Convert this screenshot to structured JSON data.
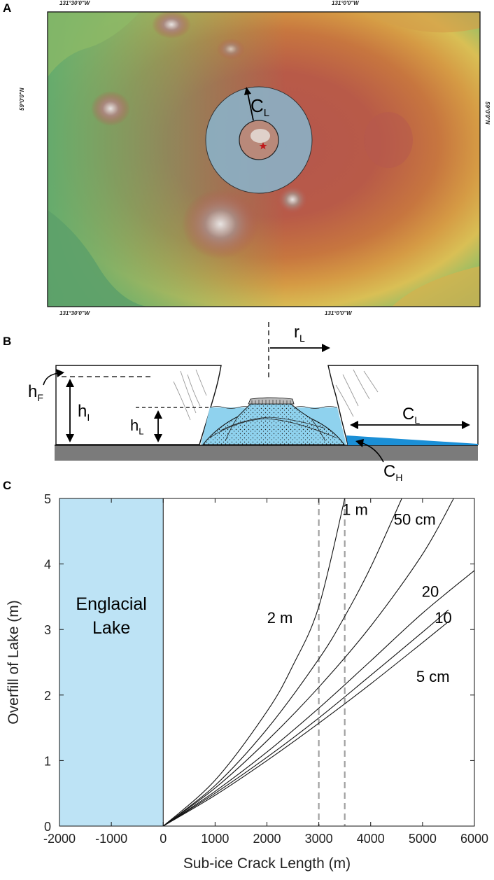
{
  "panel_a": {
    "letter": "A",
    "coord_top_left": "131°30'0\"W",
    "coord_top_right": "131°0'0\"W",
    "coord_bottom_left": "131°30'0\"W",
    "coord_bottom_right": "131°0'0\"W",
    "coord_left": "59°0'0\"N",
    "coord_right": "59°0'0\"N",
    "label_cl_main": "C",
    "label_cl_sub": "L"
  },
  "panel_b": {
    "letter": "B",
    "label_rl_main": "r",
    "label_rl_sub": "L",
    "label_hf_main": "h",
    "label_hf_sub": "F",
    "label_hi_main": "h",
    "label_hi_sub": "I",
    "label_hl_main": "h",
    "label_hl_sub": "L",
    "label_cl_main": "C",
    "label_cl_sub": "L",
    "label_ch_main": "C",
    "label_ch_sub": "H"
  },
  "panel_c": {
    "letter": "C",
    "lake_label_line1": "Englacial",
    "lake_label_line2": "Lake"
  },
  "chart_data": {
    "type": "line",
    "title": "",
    "xlabel": "Sub-ice Crack Length (m)",
    "ylabel": "Overfill of Lake (m)",
    "xlim": [
      -2000,
      6000
    ],
    "ylim": [
      0,
      5
    ],
    "xticks": [
      -2000,
      -1000,
      0,
      1000,
      2000,
      3000,
      4000,
      5000,
      6000
    ],
    "yticks": [
      0,
      1,
      2,
      3,
      4,
      5
    ],
    "grid": false,
    "shaded_region": {
      "x": [
        -2000,
        0
      ],
      "label": "Englacial Lake",
      "color": "#bde3f5"
    },
    "vertical_lines": [
      3000,
      3500
    ],
    "series": [
      {
        "name": "2 m",
        "x": [
          0,
          1000,
          2000,
          2500,
          3000,
          3500
        ],
        "y": [
          0,
          0.7,
          1.75,
          2.45,
          3.35,
          5.0
        ]
      },
      {
        "name": "1 m",
        "x": [
          0,
          1000,
          2000,
          3000,
          3500,
          4000,
          4600
        ],
        "y": [
          0,
          0.62,
          1.48,
          2.55,
          3.2,
          3.95,
          5.0
        ]
      },
      {
        "name": "50 cm",
        "x": [
          0,
          1000,
          2000,
          3000,
          4000,
          5000,
          5600
        ],
        "y": [
          0,
          0.58,
          1.3,
          2.12,
          3.05,
          4.15,
          5.0
        ]
      },
      {
        "name": "20",
        "x": [
          0,
          1000,
          2000,
          3000,
          4000,
          5000,
          6000
        ],
        "y": [
          0,
          0.53,
          1.13,
          1.8,
          2.52,
          3.25,
          3.9
        ]
      },
      {
        "name": "10",
        "x": [
          0,
          1000,
          2000,
          3000,
          4000,
          5000,
          5500
        ],
        "y": [
          0,
          0.5,
          1.05,
          1.65,
          2.3,
          2.96,
          3.3
        ]
      },
      {
        "name": "5 cm",
        "x": [
          0,
          1000,
          2000,
          3000,
          4000,
          5000,
          5500
        ],
        "y": [
          0,
          0.47,
          1.0,
          1.57,
          2.17,
          2.8,
          3.12
        ]
      }
    ],
    "series_labels": [
      {
        "name": "2 m",
        "x": 2250,
        "y": 3.1
      },
      {
        "name": "1 m",
        "x": 3700,
        "y": 4.75
      },
      {
        "name": "50 cm",
        "x": 4850,
        "y": 4.6
      },
      {
        "name": "20",
        "x": 5150,
        "y": 3.5
      },
      {
        "name": "10",
        "x": 5400,
        "y": 3.1
      },
      {
        "name": "5 cm",
        "x": 5200,
        "y": 2.2
      }
    ]
  }
}
